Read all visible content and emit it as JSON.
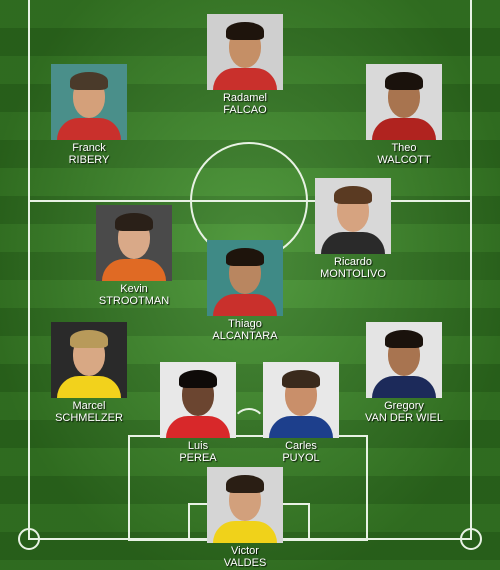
{
  "colors": {
    "pitch_light": "#3f8f2a",
    "pitch_dark": "#347d22",
    "line": "#e8f2e4",
    "name_text": "#ffffff"
  },
  "players": {
    "falcao": {
      "first": "Radamel",
      "last": "FALCAO",
      "photo_bg": "#cfcfcf",
      "shirt": "#c9302c",
      "hair": "#1e140c",
      "skin": "#c58f66"
    },
    "ribery": {
      "first": "Franck",
      "last": "RIBERY",
      "photo_bg": "#4a8f8a",
      "shirt": "#c9302c",
      "hair": "#4a3a2a",
      "skin": "#d4a07a"
    },
    "walcott": {
      "first": "Theo",
      "last": "WALCOTT",
      "photo_bg": "#d9d9d9",
      "shirt": "#b0231f",
      "hair": "#1a120c",
      "skin": "#a8744f"
    },
    "montolivo": {
      "first": "Ricardo",
      "last": "MONTOLIVO",
      "photo_bg": "#d8d8d8",
      "shirt": "#2a2a2a",
      "hair": "#5a3a22",
      "skin": "#d6a380"
    },
    "strootman": {
      "first": "Kevin",
      "last": "STROOTMAN",
      "photo_bg": "#4a4a4a",
      "shirt": "#e06a24",
      "hair": "#2a2018",
      "skin": "#d9a988"
    },
    "alcantara": {
      "first": "Thiago",
      "last": "ALCANTARA",
      "photo_bg": "#3f8a86",
      "shirt": "#c9302c",
      "hair": "#1e140c",
      "skin": "#b98660"
    },
    "schmelzer": {
      "first": "Marcel",
      "last": "SCHMELZER",
      "photo_bg": "#2a2a2a",
      "shirt": "#f2d21c",
      "hair": "#b89a5a",
      "skin": "#d8a884"
    },
    "vanderwiel": {
      "first": "Gregory",
      "last": "VAN DER WIEL",
      "photo_bg": "#e4e4e4",
      "shirt": "#1c2a5a",
      "hair": "#1a120c",
      "skin": "#a87450"
    },
    "perea": {
      "first": "Luis",
      "last": "PEREA",
      "photo_bg": "#e8e8e8",
      "shirt": "#d8282a",
      "hair": "#0e0a08",
      "skin": "#6b4530"
    },
    "puyol": {
      "first": "Carles",
      "last": "PUYOL",
      "photo_bg": "#e8e8e8",
      "shirt": "#1d3f8c",
      "hair": "#3a2a1c",
      "skin": "#c98f6a"
    },
    "valdes": {
      "first": "Victor",
      "last": "VALDES",
      "photo_bg": "#d5d5d5",
      "shirt": "#f0d21a",
      "hair": "#2a1e14",
      "skin": "#d2a07c"
    }
  }
}
